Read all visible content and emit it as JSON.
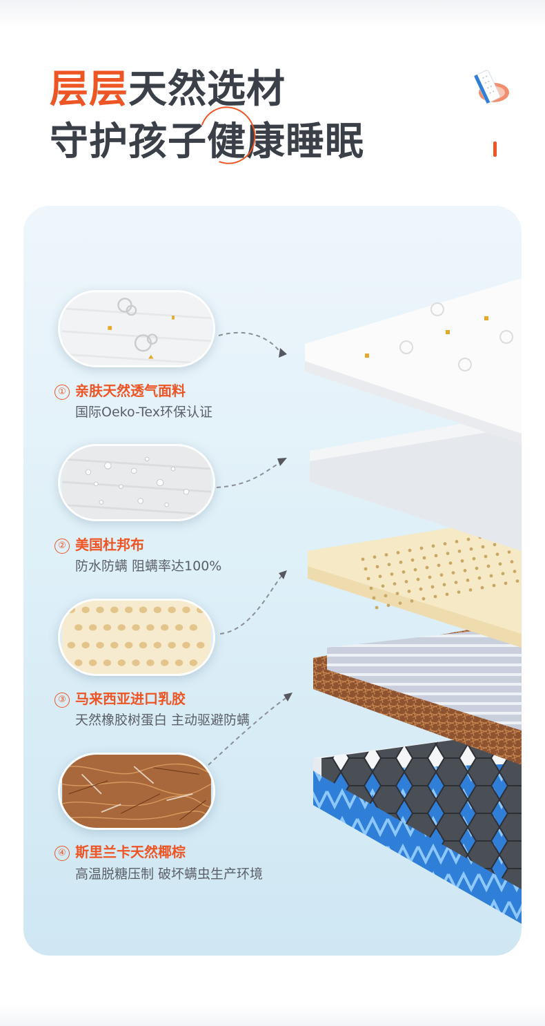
{
  "headline": {
    "line1_accent": "层层",
    "line1_rest": "天然选材",
    "line2_pre": "守护孩子",
    "line2_circled": "健",
    "line2_post": "康睡眠"
  },
  "layers": [
    {
      "number": "①",
      "title": "亲肤天然透气面料",
      "desc": "国际Oeko-Tex环保认证"
    },
    {
      "number": "②",
      "title": "美国杜邦布",
      "desc": "防水防螨  阻螨率达100%"
    },
    {
      "number": "③",
      "title": "马来西亚进口乳胶",
      "desc": "天然橡胶树蛋白 主动驱避防螨"
    },
    {
      "number": "④",
      "title": "斯里兰卡天然椰棕",
      "desc": "高温脱糖压制  破坏螨虫生产环境"
    }
  ],
  "colors": {
    "accent": "#ee5525",
    "heading": "#3a3f48",
    "body_text": "#5a5f66",
    "panel": "#dff0f8",
    "latex": "#f3e6c2",
    "coir": "#9a5a32",
    "base_blue": "#2f7fd8",
    "base_dark": "#3b3f45"
  },
  "icons": {
    "top_right": "mattress-icon",
    "arrows": "dashed-arrow-icon"
  }
}
